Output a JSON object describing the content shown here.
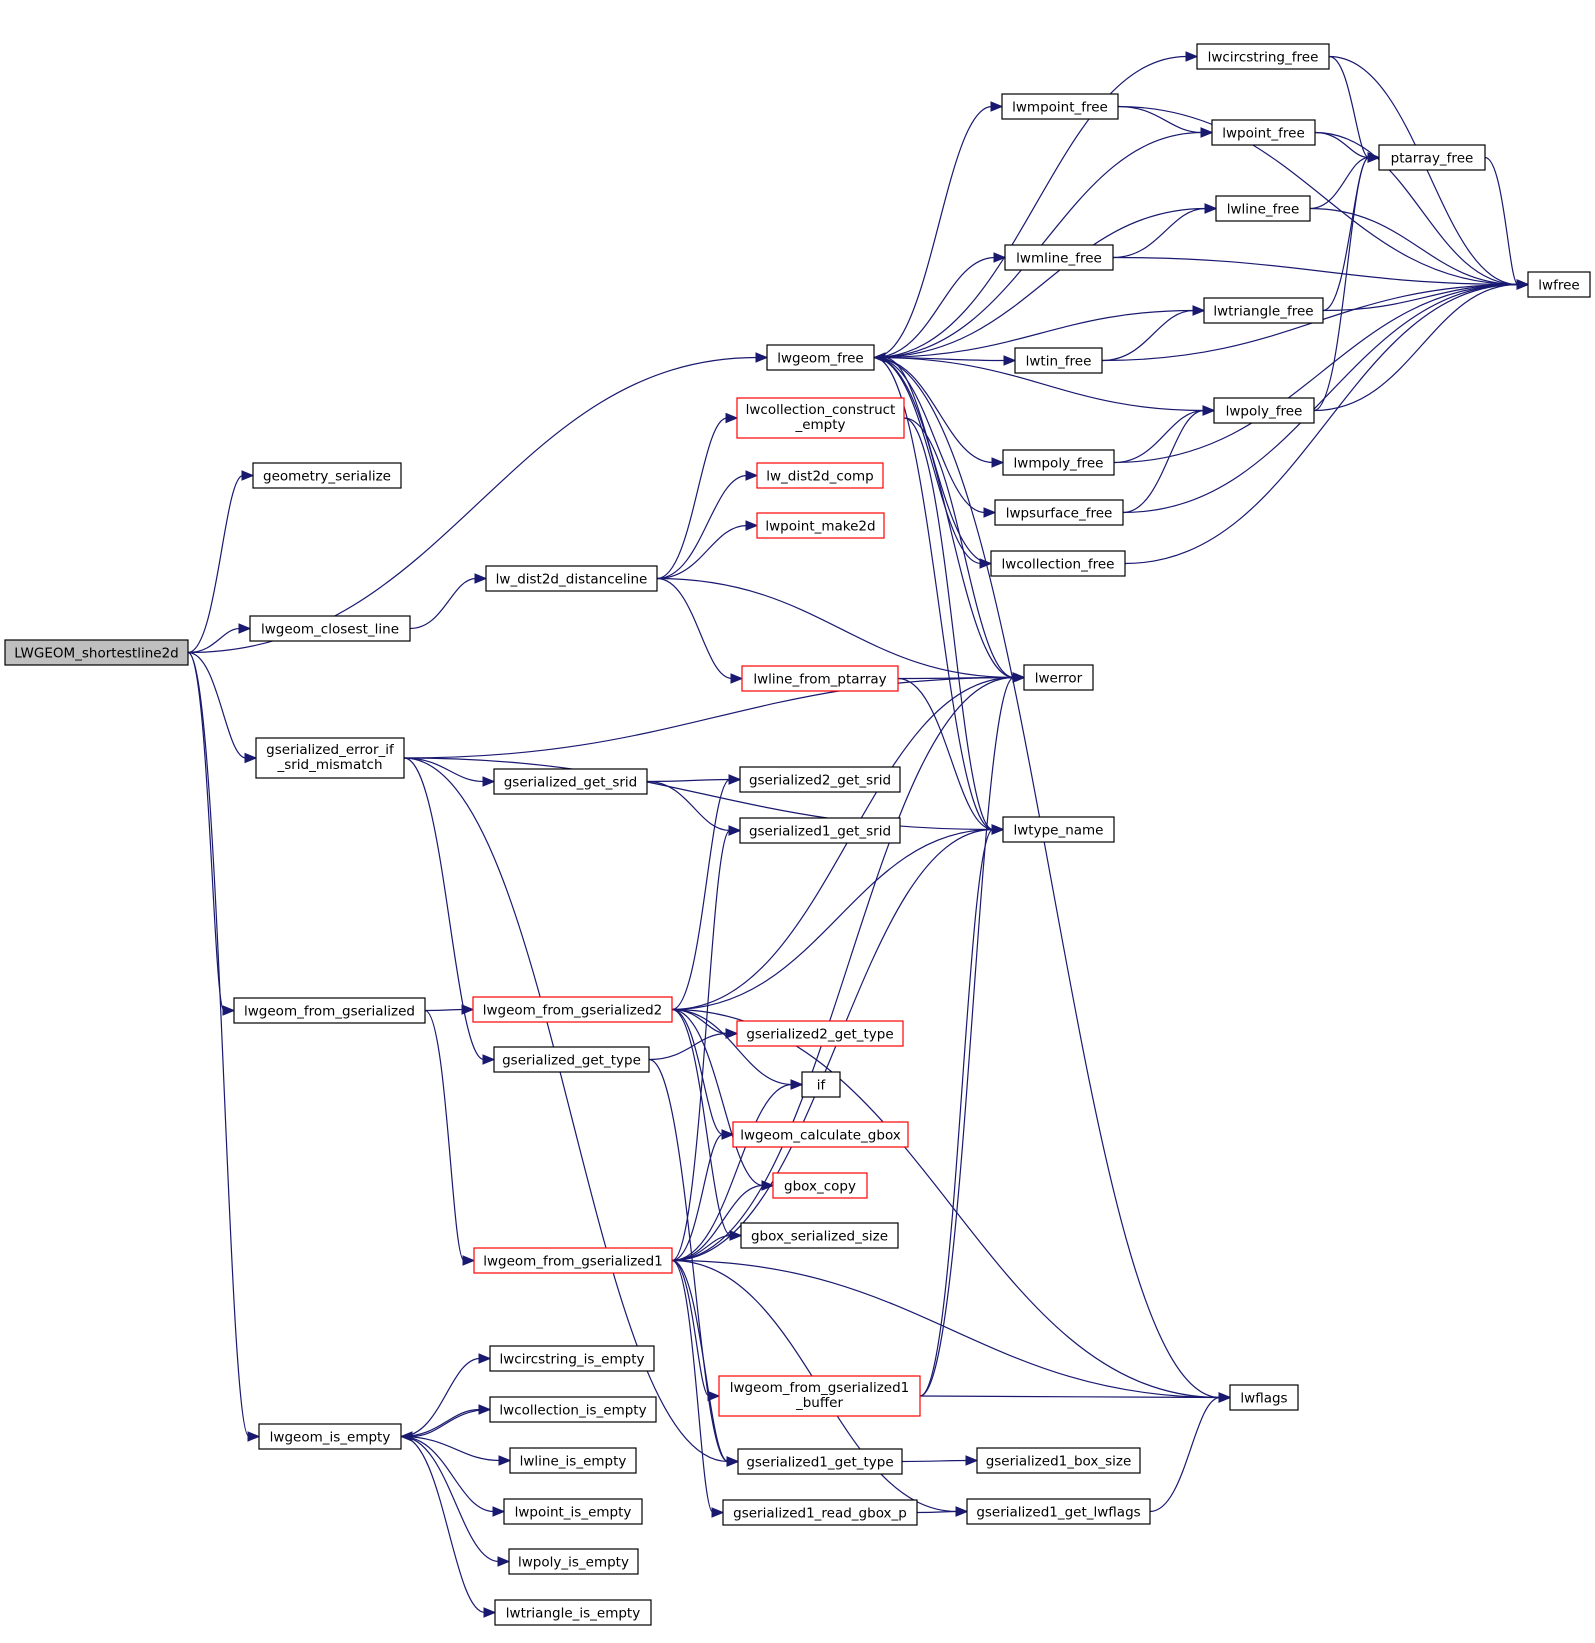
{
  "graph": {
    "title": "",
    "colors": {
      "edge": "#191970",
      "root_fill": "#bfbfbf",
      "node_fill": "#ffffff",
      "node_border": "#000000",
      "truncated_border": "#ff0000"
    },
    "nodes": [
      {
        "id": "root",
        "label": "LWGEOM_shortestline2d",
        "style": "root"
      },
      {
        "id": "geometry_serialize",
        "label": "geometry_serialize",
        "style": "normal"
      },
      {
        "id": "lwgeom_closest_line",
        "label": "lwgeom_closest_line",
        "style": "normal"
      },
      {
        "id": "gserialized_error_if",
        "label": [
          "gserialized_error_if",
          "_srid_mismatch"
        ],
        "style": "normal"
      },
      {
        "id": "lwgeom_from_gserialized",
        "label": "lwgeom_from_gserialized",
        "style": "normal"
      },
      {
        "id": "lwgeom_is_empty",
        "label": "lwgeom_is_empty",
        "style": "normal"
      },
      {
        "id": "lw_dist2d_distanceline",
        "label": "lw_dist2d_distanceline",
        "style": "normal"
      },
      {
        "id": "gserialized_get_srid",
        "label": "gserialized_get_srid",
        "style": "normal"
      },
      {
        "id": "lwgeom_from_gserialized2",
        "label": "lwgeom_from_gserialized2",
        "style": "truncated"
      },
      {
        "id": "gserialized_get_type",
        "label": "gserialized_get_type",
        "style": "normal"
      },
      {
        "id": "lwgeom_from_gserialized1",
        "label": "lwgeom_from_gserialized1",
        "style": "truncated"
      },
      {
        "id": "lwcircstring_is_empty",
        "label": "lwcircstring_is_empty",
        "style": "normal"
      },
      {
        "id": "lwcollection_is_empty",
        "label": "lwcollection_is_empty",
        "style": "normal"
      },
      {
        "id": "lwline_is_empty",
        "label": "lwline_is_empty",
        "style": "normal"
      },
      {
        "id": "lwpoint_is_empty",
        "label": "lwpoint_is_empty",
        "style": "normal"
      },
      {
        "id": "lwpoly_is_empty",
        "label": "lwpoly_is_empty",
        "style": "normal"
      },
      {
        "id": "lwtriangle_is_empty",
        "label": "lwtriangle_is_empty",
        "style": "normal"
      },
      {
        "id": "lwgeom_free",
        "label": "lwgeom_free",
        "style": "normal"
      },
      {
        "id": "lwcollection_construct_empty",
        "label": [
          "lwcollection_construct",
          "_empty"
        ],
        "style": "truncated"
      },
      {
        "id": "lw_dist2d_comp",
        "label": "lw_dist2d_comp",
        "style": "truncated"
      },
      {
        "id": "lwpoint_make2d",
        "label": "lwpoint_make2d",
        "style": "truncated"
      },
      {
        "id": "lwline_from_ptarray",
        "label": "lwline_from_ptarray",
        "style": "truncated"
      },
      {
        "id": "gserialized2_get_srid",
        "label": "gserialized2_get_srid",
        "style": "normal"
      },
      {
        "id": "gserialized1_get_srid",
        "label": "gserialized1_get_srid",
        "style": "normal"
      },
      {
        "id": "gserialized2_get_type",
        "label": "gserialized2_get_type",
        "style": "truncated"
      },
      {
        "id": "if",
        "label": "if",
        "style": "normal"
      },
      {
        "id": "lwgeom_calculate_gbox",
        "label": "lwgeom_calculate_gbox",
        "style": "truncated"
      },
      {
        "id": "gbox_copy",
        "label": "gbox_copy",
        "style": "truncated"
      },
      {
        "id": "gbox_serialized_size",
        "label": "gbox_serialized_size",
        "style": "normal"
      },
      {
        "id": "lwgeom_from_gserialized1_buffer",
        "label": [
          "lwgeom_from_gserialized1",
          "_buffer"
        ],
        "style": "truncated"
      },
      {
        "id": "gserialized1_get_type",
        "label": "gserialized1_get_type",
        "style": "normal"
      },
      {
        "id": "gserialized1_read_gbox_p",
        "label": "gserialized1_read_gbox_p",
        "style": "normal"
      },
      {
        "id": "lwmpoint_free",
        "label": "lwmpoint_free",
        "style": "normal"
      },
      {
        "id": "lwmline_free",
        "label": "lwmline_free",
        "style": "normal"
      },
      {
        "id": "lwtin_free",
        "label": "lwtin_free",
        "style": "normal"
      },
      {
        "id": "lwmpoly_free",
        "label": "lwmpoly_free",
        "style": "normal"
      },
      {
        "id": "lwpsurface_free",
        "label": "lwpsurface_free",
        "style": "normal"
      },
      {
        "id": "lwcollection_free",
        "label": "lwcollection_free",
        "style": "normal"
      },
      {
        "id": "lwerror",
        "label": "lwerror",
        "style": "normal"
      },
      {
        "id": "lwtype_name",
        "label": "lwtype_name",
        "style": "normal"
      },
      {
        "id": "gserialized1_box_size",
        "label": "gserialized1_box_size",
        "style": "normal"
      },
      {
        "id": "gserialized1_get_lwflags",
        "label": "gserialized1_get_lwflags",
        "style": "normal"
      },
      {
        "id": "lwcircstring_free",
        "label": "lwcircstring_free",
        "style": "normal"
      },
      {
        "id": "lwpoint_free",
        "label": "lwpoint_free",
        "style": "normal"
      },
      {
        "id": "lwline_free",
        "label": "lwline_free",
        "style": "normal"
      },
      {
        "id": "lwtriangle_free",
        "label": "lwtriangle_free",
        "style": "normal"
      },
      {
        "id": "lwpoly_free",
        "label": "lwpoly_free",
        "style": "normal"
      },
      {
        "id": "lwflags",
        "label": "lwflags",
        "style": "normal"
      },
      {
        "id": "ptarray_free",
        "label": "ptarray_free",
        "style": "normal"
      },
      {
        "id": "lwfree",
        "label": "lwfree",
        "style": "normal"
      }
    ],
    "edges": [
      [
        "root",
        "geometry_serialize"
      ],
      [
        "root",
        "lwgeom_free"
      ],
      [
        "root",
        "lwgeom_closest_line"
      ],
      [
        "root",
        "gserialized_error_if"
      ],
      [
        "root",
        "lwgeom_from_gserialized"
      ],
      [
        "root",
        "lwgeom_is_empty"
      ],
      [
        "lwgeom_closest_line",
        "lw_dist2d_distanceline"
      ],
      [
        "lw_dist2d_distanceline",
        "lwcollection_construct_empty"
      ],
      [
        "lw_dist2d_distanceline",
        "lw_dist2d_comp"
      ],
      [
        "lw_dist2d_distanceline",
        "lwpoint_make2d"
      ],
      [
        "lw_dist2d_distanceline",
        "lwline_from_ptarray"
      ],
      [
        "lw_dist2d_distanceline",
        "lwerror"
      ],
      [
        "gserialized_error_if",
        "lwerror"
      ],
      [
        "gserialized_error_if",
        "gserialized_get_srid"
      ],
      [
        "gserialized_error_if",
        "lwtype_name"
      ],
      [
        "gserialized_error_if",
        "gserialized_get_type"
      ],
      [
        "gserialized_error_if",
        "gserialized1_get_type"
      ],
      [
        "gserialized_get_srid",
        "gserialized2_get_srid"
      ],
      [
        "gserialized_get_srid",
        "gserialized1_get_srid"
      ],
      [
        "lwgeom_from_gserialized",
        "lwgeom_from_gserialized2"
      ],
      [
        "lwgeom_from_gserialized",
        "lwgeom_from_gserialized1"
      ],
      [
        "lwgeom_from_gserialized2",
        "gserialized2_get_srid"
      ],
      [
        "lwgeom_from_gserialized2",
        "lwerror"
      ],
      [
        "lwgeom_from_gserialized2",
        "lwtype_name"
      ],
      [
        "lwgeom_from_gserialized2",
        "lwflags"
      ],
      [
        "lwgeom_from_gserialized2",
        "gserialized2_get_type"
      ],
      [
        "lwgeom_from_gserialized2",
        "if"
      ],
      [
        "lwgeom_from_gserialized2",
        "lwgeom_calculate_gbox"
      ],
      [
        "lwgeom_from_gserialized2",
        "gbox_copy"
      ],
      [
        "lwgeom_from_gserialized2",
        "gbox_serialized_size"
      ],
      [
        "gserialized_get_type",
        "gserialized2_get_type"
      ],
      [
        "gserialized_get_type",
        "gserialized1_get_type"
      ],
      [
        "lwgeom_from_gserialized1",
        "gserialized1_get_srid"
      ],
      [
        "lwgeom_from_gserialized1",
        "if"
      ],
      [
        "lwgeom_from_gserialized1",
        "lwgeom_calculate_gbox"
      ],
      [
        "lwgeom_from_gserialized1",
        "gbox_copy"
      ],
      [
        "lwgeom_from_gserialized1",
        "gbox_serialized_size"
      ],
      [
        "lwgeom_from_gserialized1",
        "lwerror"
      ],
      [
        "lwgeom_from_gserialized1",
        "lwtype_name"
      ],
      [
        "lwgeom_from_gserialized1",
        "lwgeom_from_gserialized1_buffer"
      ],
      [
        "lwgeom_from_gserialized1",
        "gserialized1_get_type"
      ],
      [
        "lwgeom_from_gserialized1",
        "gserialized1_read_gbox_p"
      ],
      [
        "lwgeom_from_gserialized1",
        "gserialized1_get_lwflags"
      ],
      [
        "lwgeom_from_gserialized1",
        "lwflags"
      ],
      [
        "lwgeom_from_gserialized1_buffer",
        "lwerror"
      ],
      [
        "lwgeom_from_gserialized1_buffer",
        "lwtype_name"
      ],
      [
        "lwgeom_from_gserialized1_buffer",
        "lwflags"
      ],
      [
        "gserialized1_get_type",
        "gserialized1_box_size"
      ],
      [
        "gserialized1_read_gbox_p",
        "gserialized1_get_lwflags"
      ],
      [
        "gserialized1_get_lwflags",
        "lwflags"
      ],
      [
        "lwgeom_is_empty",
        "lwcircstring_is_empty"
      ],
      [
        "lwgeom_is_empty",
        "lwcollection_is_empty"
      ],
      [
        "lwgeom_is_empty",
        "lwline_is_empty"
      ],
      [
        "lwgeom_is_empty",
        "lwpoint_is_empty"
      ],
      [
        "lwgeom_is_empty",
        "lwpoly_is_empty"
      ],
      [
        "lwgeom_is_empty",
        "lwtriangle_is_empty"
      ],
      [
        "lwcollection_is_empty",
        "lwgeom_is_empty"
      ],
      [
        "lwline_from_ptarray",
        "lwerror"
      ],
      [
        "lwline_from_ptarray",
        "lwtype_name"
      ],
      [
        "lwcollection_construct_empty",
        "lwerror"
      ],
      [
        "lwcollection_construct_empty",
        "lwtype_name"
      ],
      [
        "lwgeom_free",
        "lwcircstring_free"
      ],
      [
        "lwgeom_free",
        "lwmpoint_free"
      ],
      [
        "lwgeom_free",
        "lwpoint_free"
      ],
      [
        "lwgeom_free",
        "lwline_free"
      ],
      [
        "lwgeom_free",
        "lwmline_free"
      ],
      [
        "lwgeom_free",
        "lwtriangle_free"
      ],
      [
        "lwgeom_free",
        "lwtin_free"
      ],
      [
        "lwgeom_free",
        "lwpoly_free"
      ],
      [
        "lwgeom_free",
        "lwmpoly_free"
      ],
      [
        "lwgeom_free",
        "lwpsurface_free"
      ],
      [
        "lwgeom_free",
        "lwcollection_free"
      ],
      [
        "lwgeom_free",
        "lwerror"
      ],
      [
        "lwgeom_free",
        "lwtype_name"
      ],
      [
        "lwgeom_free",
        "lwflags"
      ],
      [
        "lwcollection_free",
        "lwgeom_free"
      ],
      [
        "lwmpoint_free",
        "lwpoint_free"
      ],
      [
        "lwmpoint_free",
        "lwfree"
      ],
      [
        "lwmline_free",
        "lwline_free"
      ],
      [
        "lwmline_free",
        "lwfree"
      ],
      [
        "lwtin_free",
        "lwtriangle_free"
      ],
      [
        "lwtin_free",
        "lwfree"
      ],
      [
        "lwmpoly_free",
        "lwpoly_free"
      ],
      [
        "lwmpoly_free",
        "lwfree"
      ],
      [
        "lwpsurface_free",
        "lwpoly_free"
      ],
      [
        "lwpsurface_free",
        "lwfree"
      ],
      [
        "lwcollection_free",
        "lwfree"
      ],
      [
        "lwcircstring_free",
        "ptarray_free"
      ],
      [
        "lwcircstring_free",
        "lwfree"
      ],
      [
        "lwpoint_free",
        "ptarray_free"
      ],
      [
        "lwpoint_free",
        "lwfree"
      ],
      [
        "lwline_free",
        "ptarray_free"
      ],
      [
        "lwline_free",
        "lwfree"
      ],
      [
        "lwtriangle_free",
        "ptarray_free"
      ],
      [
        "lwtriangle_free",
        "lwfree"
      ],
      [
        "lwpoly_free",
        "ptarray_free"
      ],
      [
        "lwpoly_free",
        "lwfree"
      ],
      [
        "ptarray_free",
        "lwfree"
      ]
    ]
  }
}
